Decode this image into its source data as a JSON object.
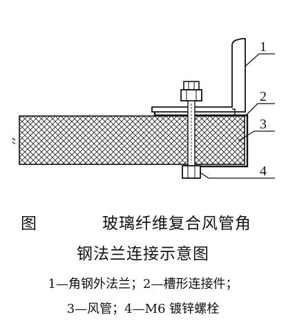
{
  "figure": {
    "caption_prefix": "图",
    "caption_title_1": "玻璃纤维复合风管角",
    "caption_title_2": "钢法兰连接示意图",
    "legend_line_1": "1—角钢外法兰；2—槽形连接件；",
    "legend_line_2": "3—风管；4—M6 镀锌螺栓",
    "callouts": [
      "1",
      "2",
      "3",
      "4"
    ]
  }
}
